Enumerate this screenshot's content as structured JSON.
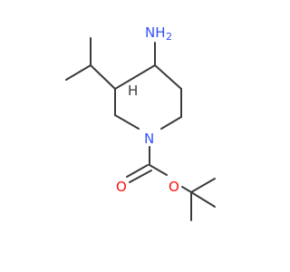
{
  "molecule": {
    "atoms": [
      {
        "id": "n_amine",
        "symbol": "N",
        "hydrogens": "2",
        "text": "NH",
        "color": "#3050f8"
      },
      {
        "id": "n_ring",
        "symbol": "N",
        "text": "N",
        "color": "#3050f8"
      },
      {
        "id": "o_carbonyl",
        "symbol": "O",
        "text": "O",
        "color": "#ff0d0d"
      },
      {
        "id": "o_ester",
        "symbol": "O",
        "text": "O",
        "color": "#ff0d0d"
      }
    ],
    "implicit_h": {
      "text": "H",
      "color": "#3a3a3a"
    },
    "bond_color": "#3a3a3a"
  }
}
